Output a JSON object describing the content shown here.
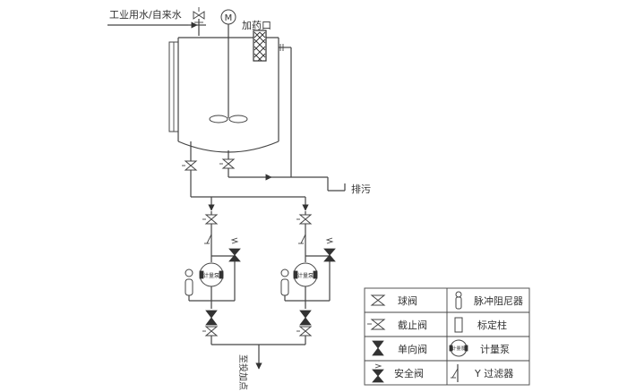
{
  "labels": {
    "water_inlet": "工业用水/自来水",
    "motor": "M",
    "dosing_port": "加药口",
    "drain": "排污",
    "to_dosing_point": "至投加点",
    "pump_symbol": "计量泵"
  },
  "legend": {
    "items": [
      {
        "icon": "ball-valve-icon",
        "label": "球阀"
      },
      {
        "icon": "pulse-damper-icon",
        "label": "脉冲阻尼器"
      },
      {
        "icon": "stop-valve-icon",
        "label": "截止阀"
      },
      {
        "icon": "calibration-column-icon",
        "label": "标定柱"
      },
      {
        "icon": "check-valve-icon",
        "label": "单向阀"
      },
      {
        "icon": "metering-pump-icon",
        "label": "计量泵"
      },
      {
        "icon": "safety-valve-icon",
        "label": "安全阀"
      },
      {
        "icon": "y-strainer-icon",
        "label": "Y 过滤器"
      }
    ]
  }
}
